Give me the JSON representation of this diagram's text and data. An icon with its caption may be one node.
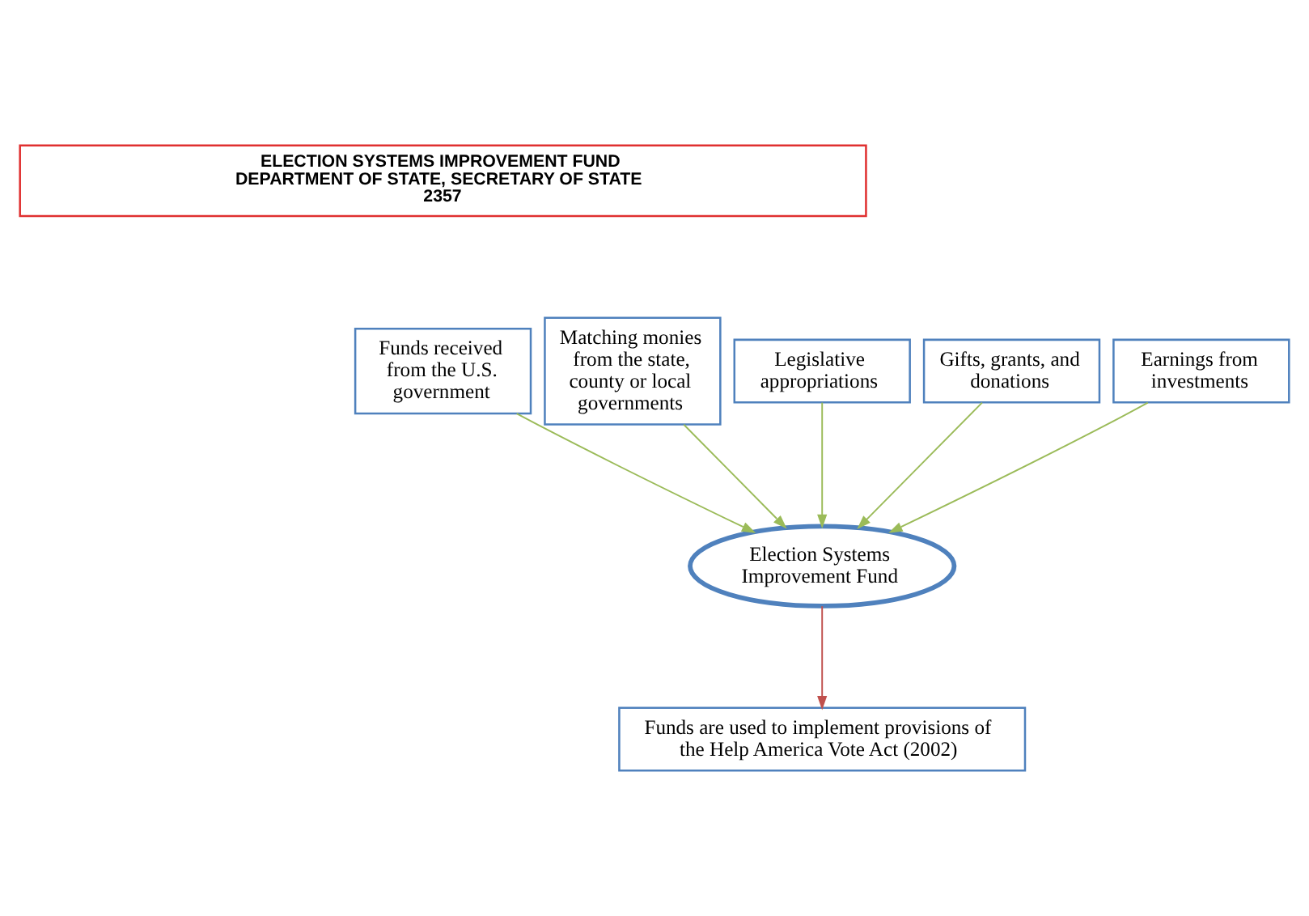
{
  "diagram": {
    "nodes": [
      {
        "text": [
          "ELECTION SYSTEMS IMPROVEMENT FUND",
          "DEPARTMENT OF STATE, SECRETARY OF STATE",
          "2357"
        ]
      },
      {
        "text": [
          "Funds received from the U.S. government"
        ]
      },
      {
        "text": [
          "Matching monies from the state, county or local governments"
        ]
      },
      {
        "text": [
          "Legislative appropriations"
        ]
      },
      {
        "text": [
          "Gifts, grants, and donations"
        ]
      },
      {
        "text": [
          "Earnings from investments"
        ]
      },
      {
        "text": [
          "Election Systems Improvement Fund"
        ]
      },
      {
        "text": [
          "Funds are used to implement provisions of the Help America Vote Act (2002)"
        ]
      }
    ],
    "edges": [
      {
        "from": 1,
        "to": 6,
        "arrow": "to"
      },
      {
        "from": 2,
        "to": 6,
        "arrow": "to"
      },
      {
        "from": 3,
        "to": 6,
        "arrow": "to"
      },
      {
        "from": 4,
        "to": 6,
        "arrow": "to"
      },
      {
        "from": 5,
        "to": 6,
        "arrow": "to"
      },
      {
        "from": 6,
        "to": 7,
        "arrow": "to",
        "color": "#c0504d"
      }
    ]
  }
}
